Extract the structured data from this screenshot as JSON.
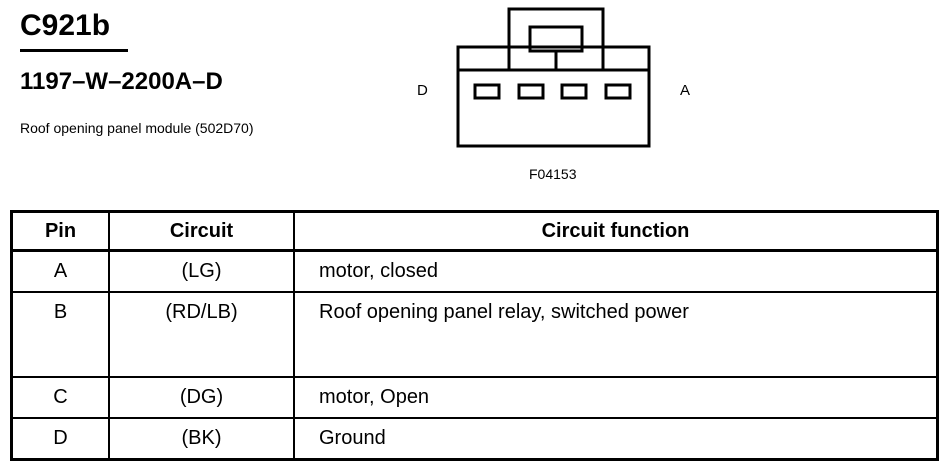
{
  "header": {
    "connector_id": "C921b",
    "part_number": "1197–W–2200A–D",
    "description": "Roof opening panel module (502D70)"
  },
  "diagram": {
    "pin_label_left": "D",
    "pin_label_right": "A",
    "figure_id": "F04153",
    "cavity_count": 4
  },
  "table": {
    "headers": {
      "pin": "Pin",
      "circuit": "Circuit",
      "function": "Circuit function"
    },
    "rows": [
      {
        "pin": "A",
        "circuit": "(LG)",
        "function": "motor, closed"
      },
      {
        "pin": "B",
        "circuit": "(RD/LB)",
        "function": "Roof opening panel relay, switched power"
      },
      {
        "pin": "C",
        "circuit": "(DG)",
        "function": "motor, Open"
      },
      {
        "pin": "D",
        "circuit": "(BK)",
        "function": "Ground"
      }
    ]
  }
}
